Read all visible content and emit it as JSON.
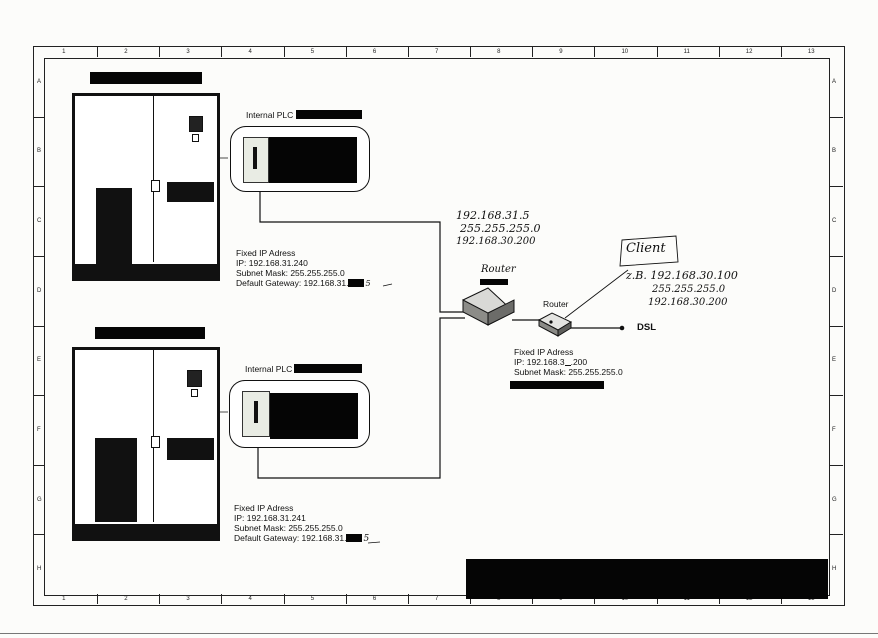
{
  "grid": {
    "columns": [
      "1",
      "2",
      "3",
      "4",
      "5",
      "6",
      "7",
      "8",
      "9",
      "10",
      "11",
      "12",
      "13"
    ],
    "rows": [
      "A",
      "B",
      "C",
      "D",
      "E",
      "F",
      "G",
      "H"
    ]
  },
  "top_unit": {
    "plc_label": "Internal PLC",
    "ip_title": "Fixed IP Adress",
    "ip": "IP: 192.168.31.240",
    "mask": "Subnet Mask: 255.255.255.0",
    "gateway": "Default Gateway: 192.168.31.",
    "gateway_hand": "5"
  },
  "bottom_unit": {
    "plc_label": "Internal PLC",
    "ip_title": "Fixed IP Adress",
    "ip": "IP: 192.168.31.241",
    "mask": "Subnet Mask: 255.255.255.0",
    "gateway": "Default Gateway: 192.168.31.",
    "gateway_hand": "5"
  },
  "router_note": {
    "line1": "192.168.31.5",
    "line2": "255.255.255.0",
    "line3": "192.168.30.200"
  },
  "router_hand_label": "Router",
  "router2_label": "Router",
  "dsl_label": "DSL",
  "router2_ip": {
    "title": "Fixed IP Adress",
    "ip_prefix": "IP: 192.168.3",
    "ip_suffix": ".200",
    "mask": "Subnet Mask: 255.255.255.0"
  },
  "client": {
    "label": "Client",
    "line1": "z.B. 192.168.30.100",
    "line2": "255.255.255.0",
    "line3": "192.168.30.200"
  }
}
